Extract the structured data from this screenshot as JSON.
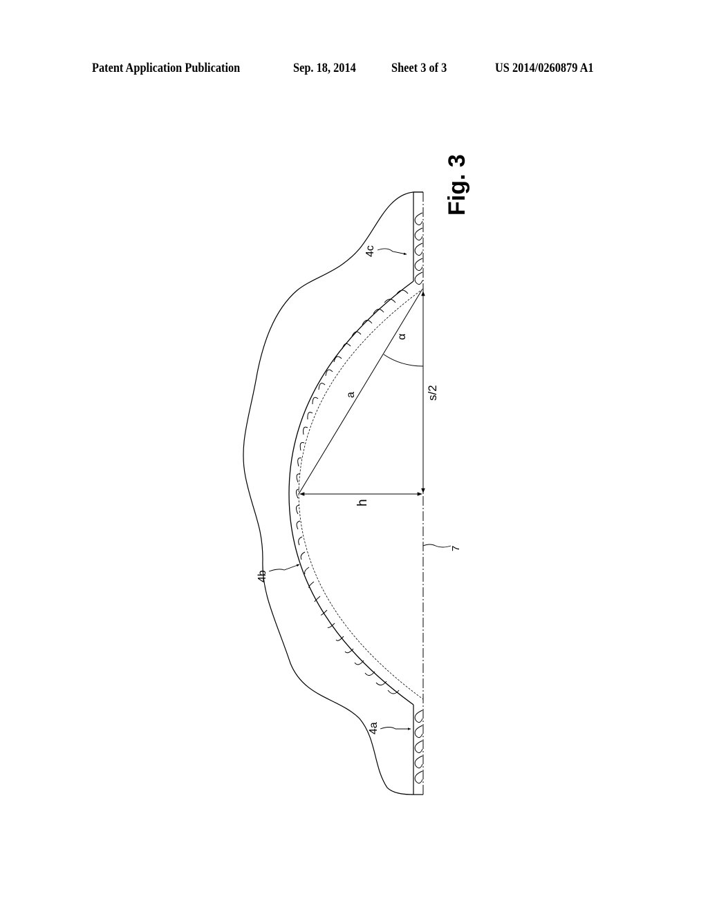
{
  "header": {
    "publication_type": "Patent Application Publication",
    "date": "Sep. 18, 2014",
    "sheet": "Sheet 3 of 3",
    "patent_number": "US 2014/0260879 A1"
  },
  "figure": {
    "title": "Fig. 3",
    "reference_labels": {
      "section_a": "4a",
      "section_b": "4b",
      "section_c": "4c",
      "axis": "7"
    },
    "dimension_labels": {
      "chord": "a",
      "angle": "α",
      "half_span": "s/2",
      "height": "h"
    }
  }
}
